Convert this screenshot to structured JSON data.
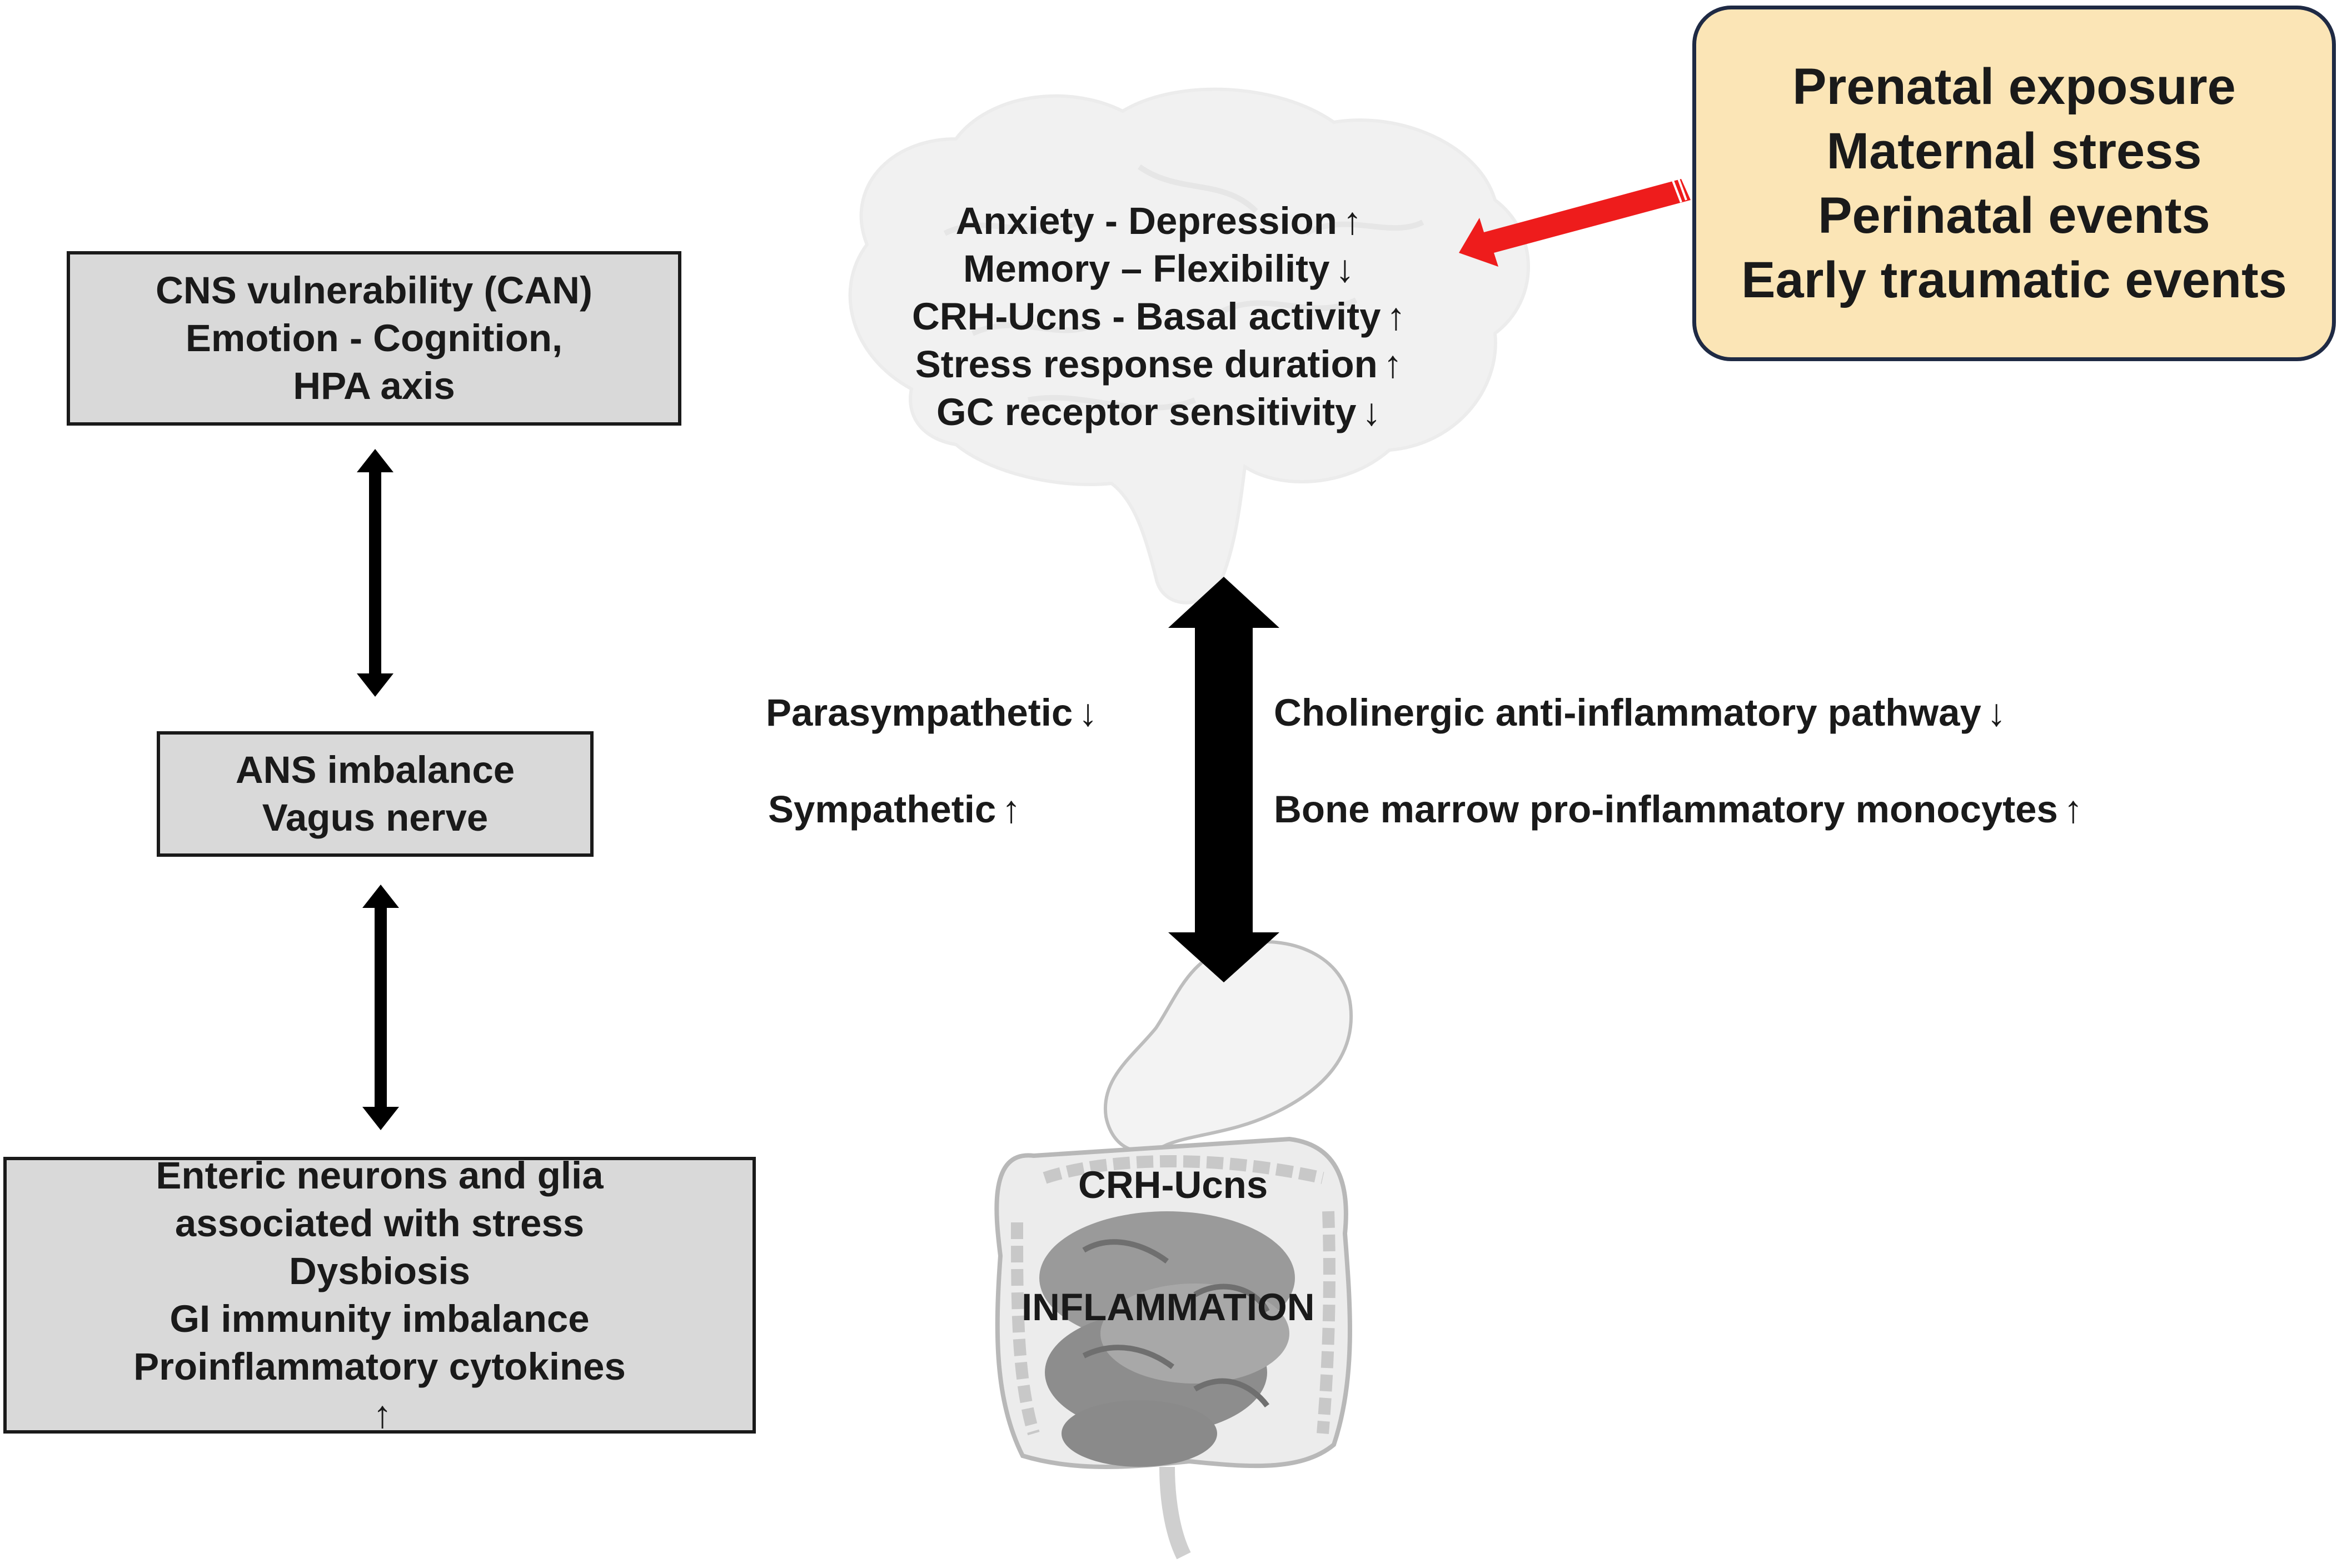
{
  "left_column": {
    "cns_box": {
      "lines": [
        "CNS vulnerability (CAN)",
        "Emotion - Cognition,",
        "HPA axis"
      ]
    },
    "ans_box": {
      "lines": [
        "ANS  imbalance",
        "Vagus nerve"
      ]
    },
    "enteric_box": {
      "lines": [
        "Enteric neurons and glia",
        "associated with stress",
        "Dysbiosis",
        "GI immunity imbalance",
        "Proinflammatory cytokines"
      ],
      "last_line_arrow": "↑"
    }
  },
  "risk_factors": {
    "lines": [
      "Prenatal exposure",
      "Maternal stress",
      "Perinatal events",
      "Early traumatic events"
    ]
  },
  "brain_effects": [
    {
      "text": "Anxiety - Depression",
      "arrow": "↑"
    },
    {
      "text": "Memory – Flexibility",
      "arrow": "↓"
    },
    {
      "text": "CRH-Ucns - Basal activity",
      "arrow": "↑"
    },
    {
      "text": "Stress response duration",
      "arrow": "↑"
    },
    {
      "text": "GC receptor sensitivity",
      "arrow": "↓"
    }
  ],
  "pathways": {
    "left": [
      {
        "text": "Parasympathetic",
        "arrow": "↓"
      },
      {
        "text": "Sympathetic",
        "arrow": "↑"
      }
    ],
    "right": [
      {
        "text": "Cholinergic anti-inflammatory pathway",
        "arrow": "↓"
      },
      {
        "text": "Bone marrow pro-inflammatory monocytes",
        "arrow": "↑"
      }
    ]
  },
  "gut_labels": {
    "crh": "CRH-Ucns",
    "inflammation": "INFLAMMATION"
  },
  "colors": {
    "box_fill": "#d9d9d9",
    "callout_fill": "#fbe5b6",
    "callout_border": "#1f2a44",
    "red_arrow": "#ee1c1c",
    "arrow": "#000000"
  }
}
